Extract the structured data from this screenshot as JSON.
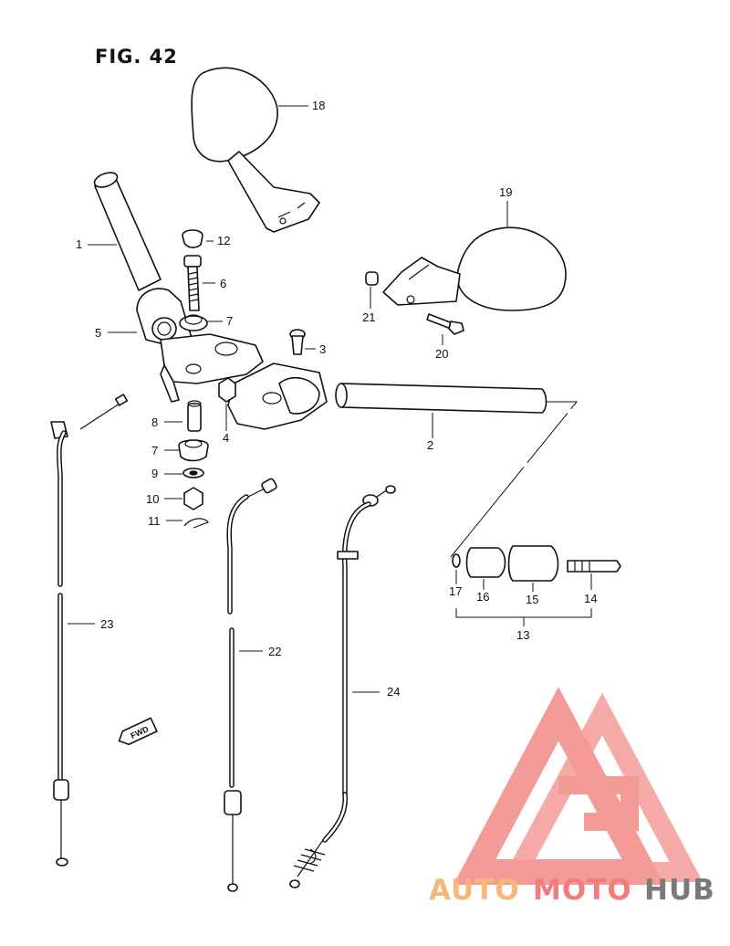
{
  "figure": {
    "title": "FIG. 42"
  },
  "parts": [
    {
      "id": "p1",
      "label": "1"
    },
    {
      "id": "p2",
      "label": "2"
    },
    {
      "id": "p3",
      "label": "3"
    },
    {
      "id": "p4",
      "label": "4"
    },
    {
      "id": "p5",
      "label": "5"
    },
    {
      "id": "p6",
      "label": "6"
    },
    {
      "id": "p7a",
      "label": "7"
    },
    {
      "id": "p7b",
      "label": "7"
    },
    {
      "id": "p8",
      "label": "8"
    },
    {
      "id": "p9",
      "label": "9"
    },
    {
      "id": "p10",
      "label": "10"
    },
    {
      "id": "p11",
      "label": "11"
    },
    {
      "id": "p12",
      "label": "12"
    },
    {
      "id": "p13",
      "label": "13"
    },
    {
      "id": "p14",
      "label": "14"
    },
    {
      "id": "p15",
      "label": "15"
    },
    {
      "id": "p16",
      "label": "16"
    },
    {
      "id": "p17",
      "label": "17"
    },
    {
      "id": "p18",
      "label": "18"
    },
    {
      "id": "p19",
      "label": "19"
    },
    {
      "id": "p20",
      "label": "20"
    },
    {
      "id": "p21",
      "label": "21"
    },
    {
      "id": "p22",
      "label": "22"
    },
    {
      "id": "p23",
      "label": "23"
    },
    {
      "id": "p24",
      "label": "24"
    }
  ],
  "fwd_arrow": {
    "text": "FWD",
    "icon": "forward-arrow-icon"
  },
  "watermark": {
    "parts": [
      "AUTO",
      "MOTO",
      "HUB"
    ],
    "colors": {
      "auto": "#f7b77a",
      "moto": "#ef7d7a",
      "hub": "#7a7a7a",
      "triangle": "#f38a86"
    }
  }
}
